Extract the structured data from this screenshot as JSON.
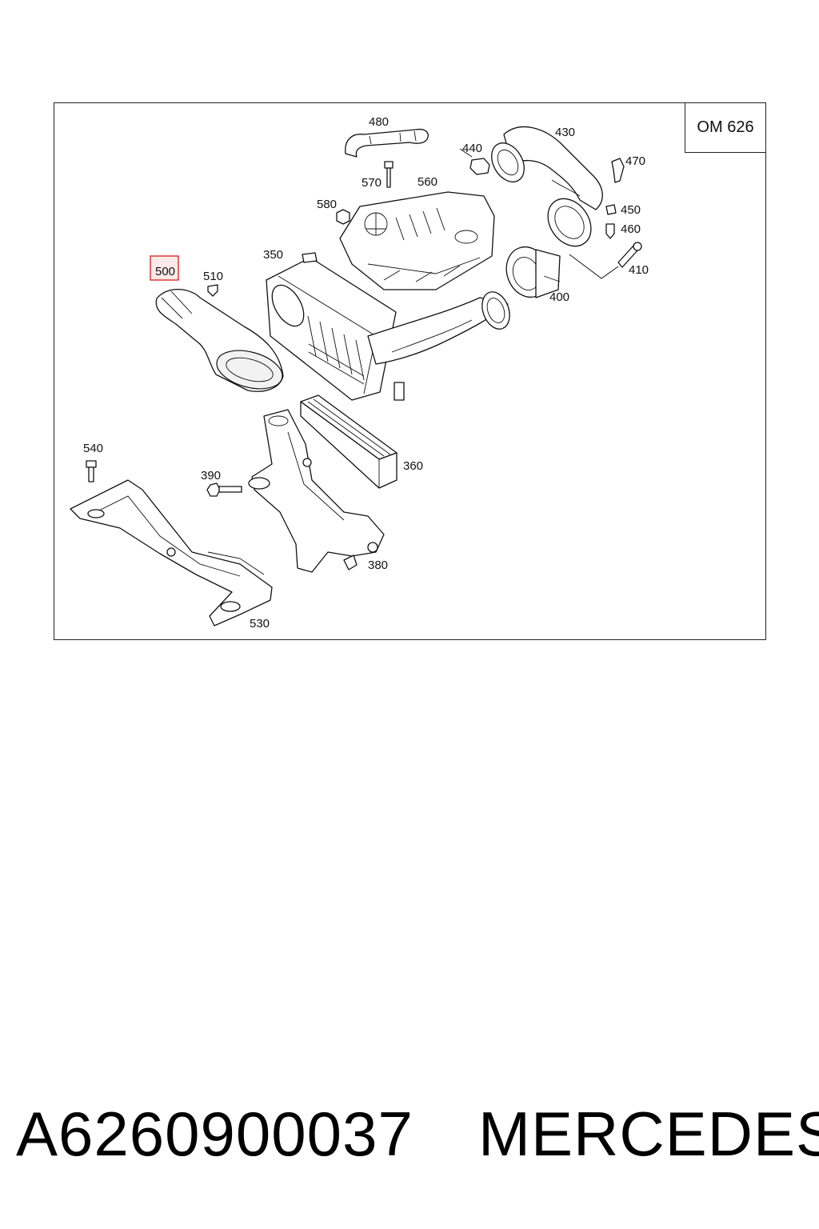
{
  "diagram": {
    "engine_code": "OM 626",
    "highlighted_callout": "500",
    "callouts": {
      "c480": "480",
      "c430": "430",
      "c440": "440",
      "c470": "470",
      "c570": "570",
      "c560": "560",
      "c580": "580",
      "c450": "450",
      "c460": "460",
      "c350": "350",
      "c500": "500",
      "c510": "510",
      "c410": "410",
      "c400": "400",
      "c360": "360",
      "c540": "540",
      "c390": "390",
      "c380": "380",
      "c530": "530"
    }
  },
  "footer": {
    "part_number": "A6260900037",
    "brand": "MERCEDES"
  }
}
